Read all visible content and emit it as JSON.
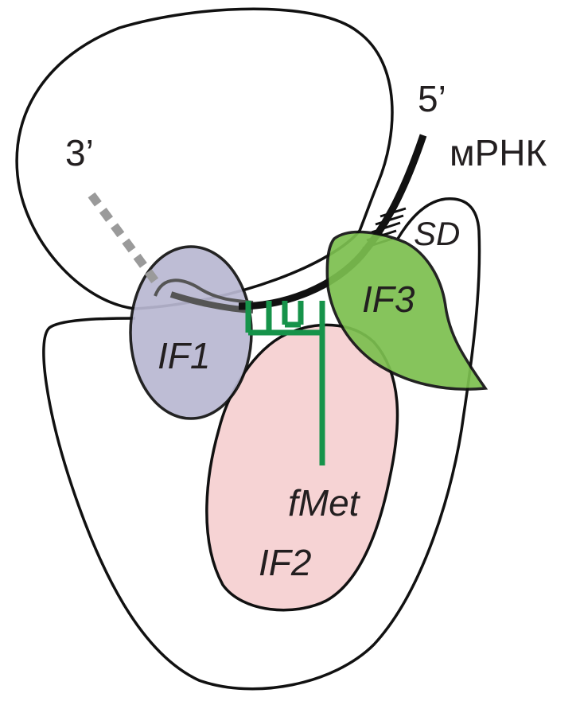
{
  "labels": {
    "three_prime": "3’",
    "five_prime": "5’",
    "mrna": "мРНК",
    "sd": "SD",
    "if1": "IF1",
    "if2": "IF2",
    "if3": "IF3",
    "fmet": "fMet"
  },
  "colors": {
    "outline": "#111111",
    "if1_fill": "#b9b8d2",
    "if2_fill": "#f6d3d4",
    "if3_fill": "#7cbf4f",
    "trna_green": "#16934a",
    "mrna_dashed": "#9a9a9a",
    "label_text": "#231f20"
  },
  "icons": {
    "small_subunit": "ribosome-30s-outline",
    "large_subunit": "ribosome-50s-outline",
    "trna": "fmet-trna-glyph"
  }
}
